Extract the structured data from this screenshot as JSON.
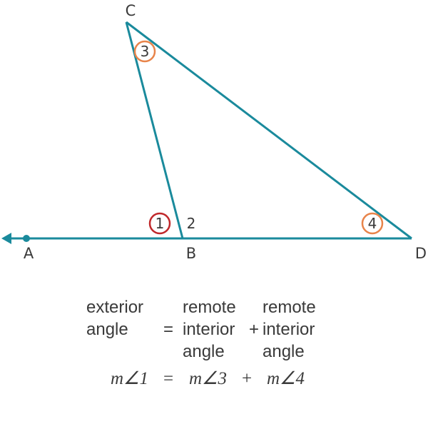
{
  "colors": {
    "line": "#1a8a9c",
    "exterior_marker": "#c0282b",
    "remote_marker": "#e8844a",
    "text": "#3a3a3a"
  },
  "points": {
    "a": "A",
    "b": "B",
    "c": "C",
    "d": "D"
  },
  "angles": {
    "angle1": "1",
    "angle2": "2",
    "angle3": "3",
    "angle4": "4"
  },
  "equation": {
    "exterior_line1": "exterior",
    "exterior_line2": "angle",
    "equals": "=",
    "remote1_line1": "remote",
    "remote1_line2": "interior",
    "remote1_line3": "angle",
    "plus": "+",
    "remote2_line1": "remote",
    "remote2_line2": "interior",
    "remote2_line3": "angle",
    "m_angle1": "m∠1",
    "m_equals": "=",
    "m_angle3": "m∠3",
    "m_plus": "+",
    "m_angle4": "m∠4"
  }
}
